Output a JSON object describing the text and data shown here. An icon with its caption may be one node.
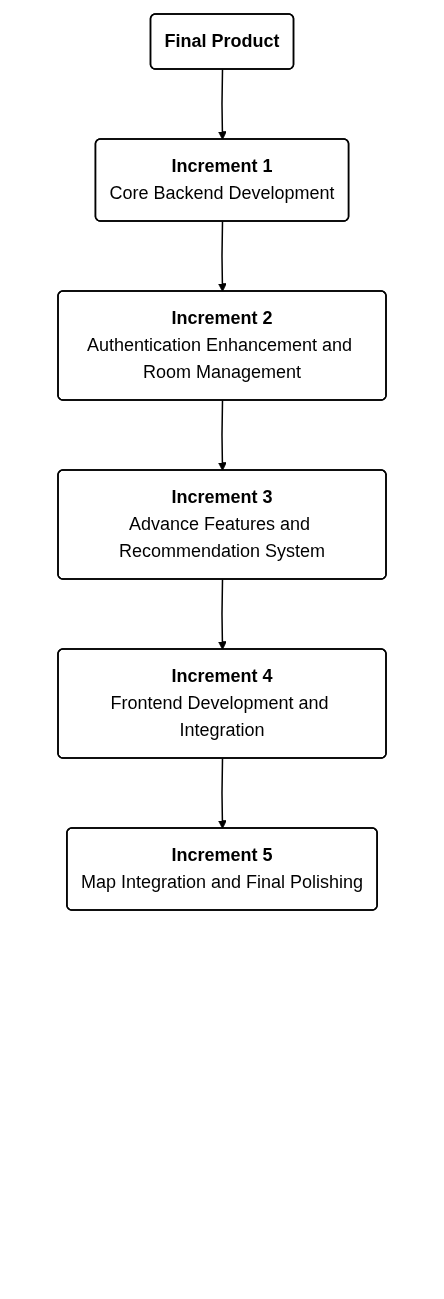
{
  "diagram": {
    "nodes": [
      {
        "text": [
          "Final Product"
        ]
      },
      {
        "text": [
          "Increment 1",
          "Core Backend Development"
        ]
      },
      {
        "text": [
          "Increment 2",
          "Authentication Enhancement and Room Management"
        ]
      },
      {
        "text": [
          "Increment 3",
          "Advance Features and Recommendation System"
        ]
      },
      {
        "text": [
          "Increment 4",
          "Frontend Development and Integration"
        ]
      },
      {
        "text": [
          "Increment 5",
          "Map Integration and Final Polishing"
        ]
      }
    ],
    "edges": [
      {
        "from": 0,
        "to": 1,
        "arrow": "to"
      },
      {
        "from": 1,
        "to": 2,
        "arrow": "to"
      },
      {
        "from": 2,
        "to": 3,
        "arrow": "to"
      },
      {
        "from": 3,
        "to": 4,
        "arrow": "to"
      },
      {
        "from": 4,
        "to": 5,
        "arrow": "to"
      }
    ]
  }
}
